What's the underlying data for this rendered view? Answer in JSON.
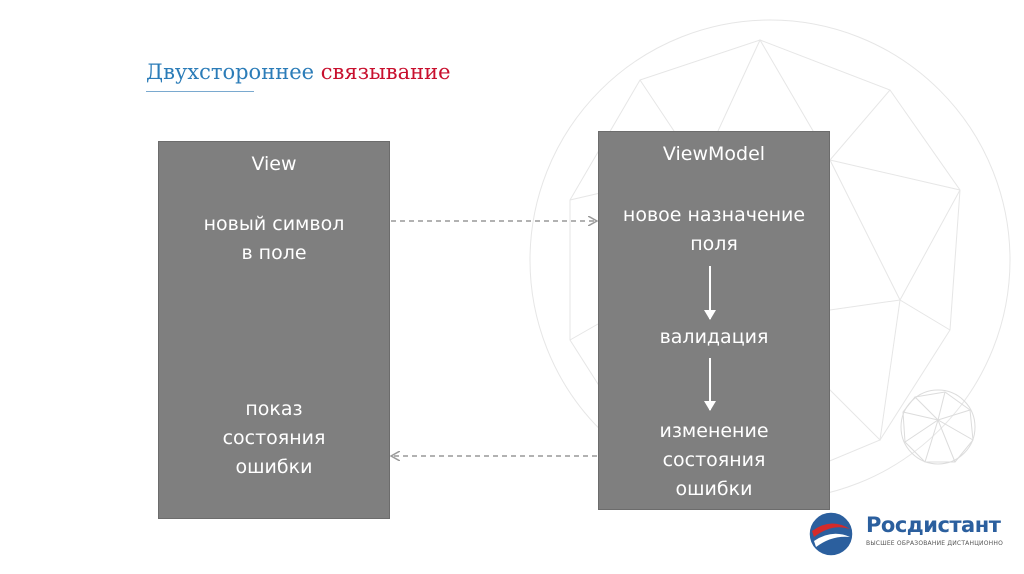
{
  "title": {
    "part1": "Двухстороннее",
    "part2": "связывание"
  },
  "view": {
    "header": "View",
    "item1": "новый символ\nв поле",
    "item2": "показ\nсостояния\nошибки"
  },
  "viewmodel": {
    "header": "ViewModel",
    "item1": "новое назначение\nполя",
    "item2": "валидация",
    "item3": "изменение\nсостояния\nошибки"
  },
  "logo": {
    "name": "Росдистант",
    "tagline": "ВЫСШЕЕ ОБРАЗОВАНИЕ ДИСТАНЦИОННО"
  },
  "colors": {
    "title_part1": "#2b7cb8",
    "title_part2": "#c8102e",
    "box_fill": "#7f7f7f",
    "text": "#ffffff",
    "dashed_arrow": "#999999",
    "logo_blue": "#2b5f9e",
    "logo_red": "#d42a2a"
  }
}
